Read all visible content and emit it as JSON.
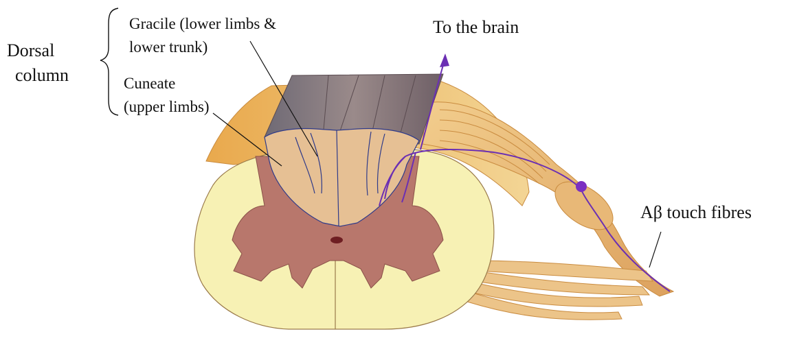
{
  "labels": {
    "dorsal_line1": "Dorsal",
    "dorsal_line2": "column",
    "gracile_line1": "Gracile (lower limbs &",
    "gracile_line2": "lower trunk)",
    "cuneate_line1": "Cuneate",
    "cuneate_line2": "(upper limbs)",
    "brain": "To the brain",
    "fibres": "Aβ touch fibres"
  },
  "colors": {
    "white_matter": "#f7f1b4",
    "white_matter_side": "#eec977",
    "grey_matter": "#b8776c",
    "dorsal_column_top": "#e6c094",
    "dorsal_column_side": "#7a6563",
    "nerve_root": "#eabf7e",
    "pathway": "#6b2fb3"
  }
}
